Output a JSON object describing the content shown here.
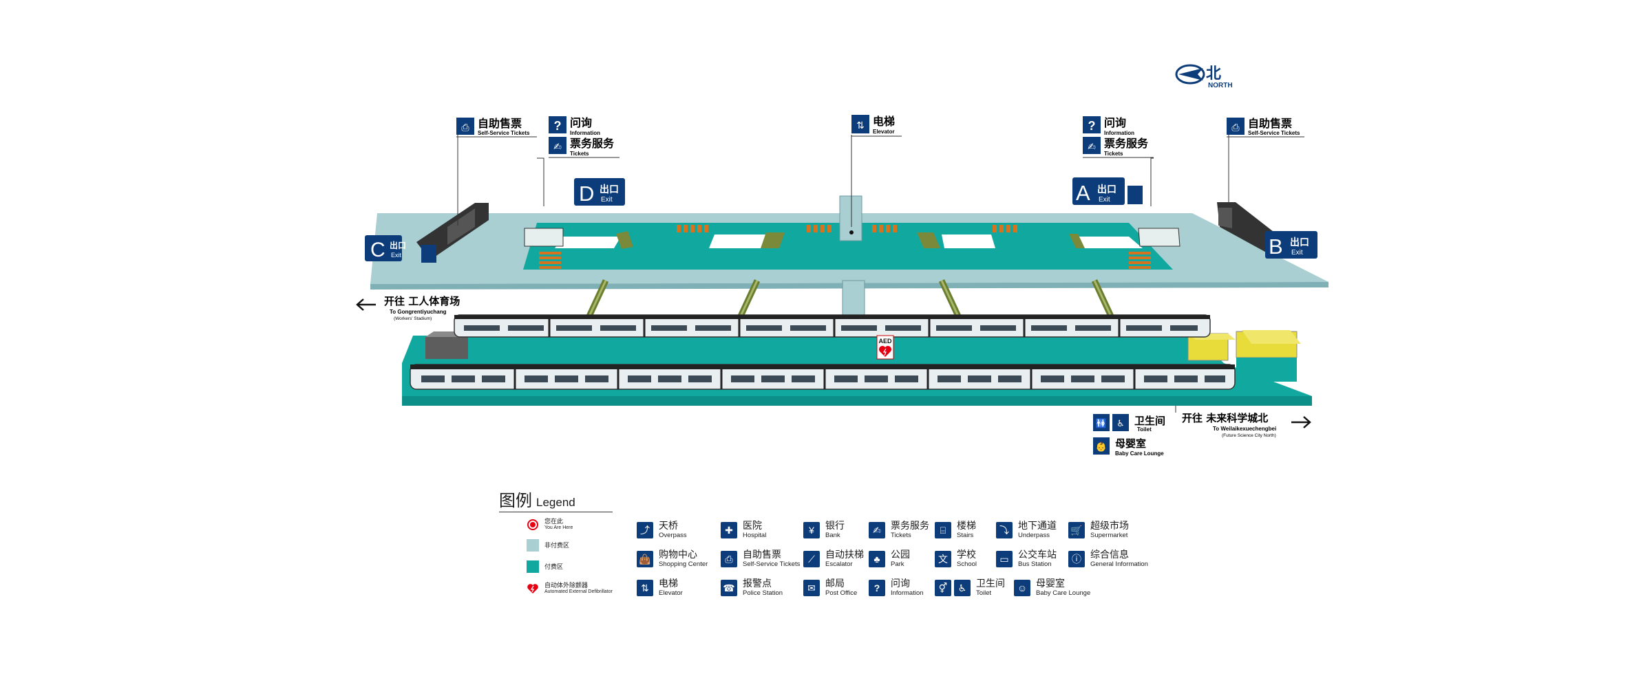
{
  "compass": {
    "cn": "北",
    "en": "NORTH"
  },
  "top_callouts": {
    "self_service_left": {
      "cn": "自助售票",
      "en": "Self-Service Tickets"
    },
    "info_left": {
      "cn": "问询",
      "en": "Information"
    },
    "tickets_left": {
      "cn": "票务服务",
      "en": "Tickets"
    },
    "elevator": {
      "cn": "电梯",
      "en": "Elevator"
    },
    "info_right": {
      "cn": "问询",
      "en": "Information"
    },
    "tickets_right": {
      "cn": "票务服务",
      "en": "Tickets"
    },
    "self_service_right": {
      "cn": "自助售票",
      "en": "Self-Service Tickets"
    }
  },
  "exits": [
    {
      "letter": "C",
      "cn": "出口",
      "en": "Exit"
    },
    {
      "letter": "D",
      "cn": "出口",
      "en": "Exit"
    },
    {
      "letter": "A",
      "cn": "出口",
      "en": "Exit"
    },
    {
      "letter": "B",
      "cn": "出口",
      "en": "Exit"
    }
  ],
  "directions": {
    "left": {
      "cn": "开往 工人体育场",
      "en": "To Gongrentiyuchang",
      "en2": "(Workers' Stadium)"
    },
    "right": {
      "cn": "开往 未来科学城北",
      "en": "To Weilaikexuechengbei",
      "en2": "(Future Science City North)"
    }
  },
  "aed": "AED",
  "platform_facilities": {
    "toilet": {
      "cn": "卫生间",
      "en": "Toilet"
    },
    "baby": {
      "cn": "母婴室",
      "en": "Baby Care Lounge"
    }
  },
  "legend": {
    "title_cn": "图例",
    "title_en": "Legend",
    "zones": [
      {
        "cn": "您在此",
        "en": "You Are Here",
        "color": "#e60012"
      },
      {
        "cn": "非付费区",
        "en": "",
        "color": "#a9cfd2"
      },
      {
        "cn": "付费区",
        "en": "",
        "color": "#11a8a0"
      },
      {
        "cn": "自动体外除颤器",
        "en": "Automated External Defibrillator",
        "color": "#e60012"
      }
    ],
    "items": [
      {
        "cn": "天桥",
        "en": "Overpass",
        "icon": "overpass-icon"
      },
      {
        "cn": "医院",
        "en": "Hospital",
        "icon": "hospital-icon"
      },
      {
        "cn": "银行",
        "en": "Bank",
        "icon": "bank-icon"
      },
      {
        "cn": "票务服务",
        "en": "Tickets",
        "icon": "tickets-icon"
      },
      {
        "cn": "楼梯",
        "en": "Stairs",
        "icon": "stairs-icon"
      },
      {
        "cn": "地下通道",
        "en": "Underpass",
        "icon": "underpass-icon"
      },
      {
        "cn": "超级市场",
        "en": "Supermarket",
        "icon": "supermarket-icon"
      },
      {
        "cn": "购物中心",
        "en": "Shopping Center",
        "icon": "shopping-center-icon"
      },
      {
        "cn": "自助售票",
        "en": "Self-Service Tickets",
        "icon": "self-service-ticket-icon"
      },
      {
        "cn": "自动扶梯",
        "en": "Escalator",
        "icon": "escalator-icon"
      },
      {
        "cn": "公园",
        "en": "Park",
        "icon": "park-icon"
      },
      {
        "cn": "学校",
        "en": "School",
        "icon": "school-icon"
      },
      {
        "cn": "公交车站",
        "en": "Bus Station",
        "icon": "bus-station-icon"
      },
      {
        "cn": "综合信息",
        "en": "General Information",
        "icon": "general-information-icon"
      },
      {
        "cn": "电梯",
        "en": "Elevator",
        "icon": "elevator-icon"
      },
      {
        "cn": "报警点",
        "en": "Police Station",
        "icon": "police-station-icon"
      },
      {
        "cn": "邮局",
        "en": "Post Office",
        "icon": "post-office-icon"
      },
      {
        "cn": "问询",
        "en": "Information",
        "icon": "information-icon"
      },
      {
        "cn": "卫生间",
        "en": "Toilet",
        "icon": "toilet-icon"
      },
      {
        "cn": "母婴室",
        "en": "Baby Care Lounge",
        "icon": "baby-care-icon"
      }
    ]
  }
}
